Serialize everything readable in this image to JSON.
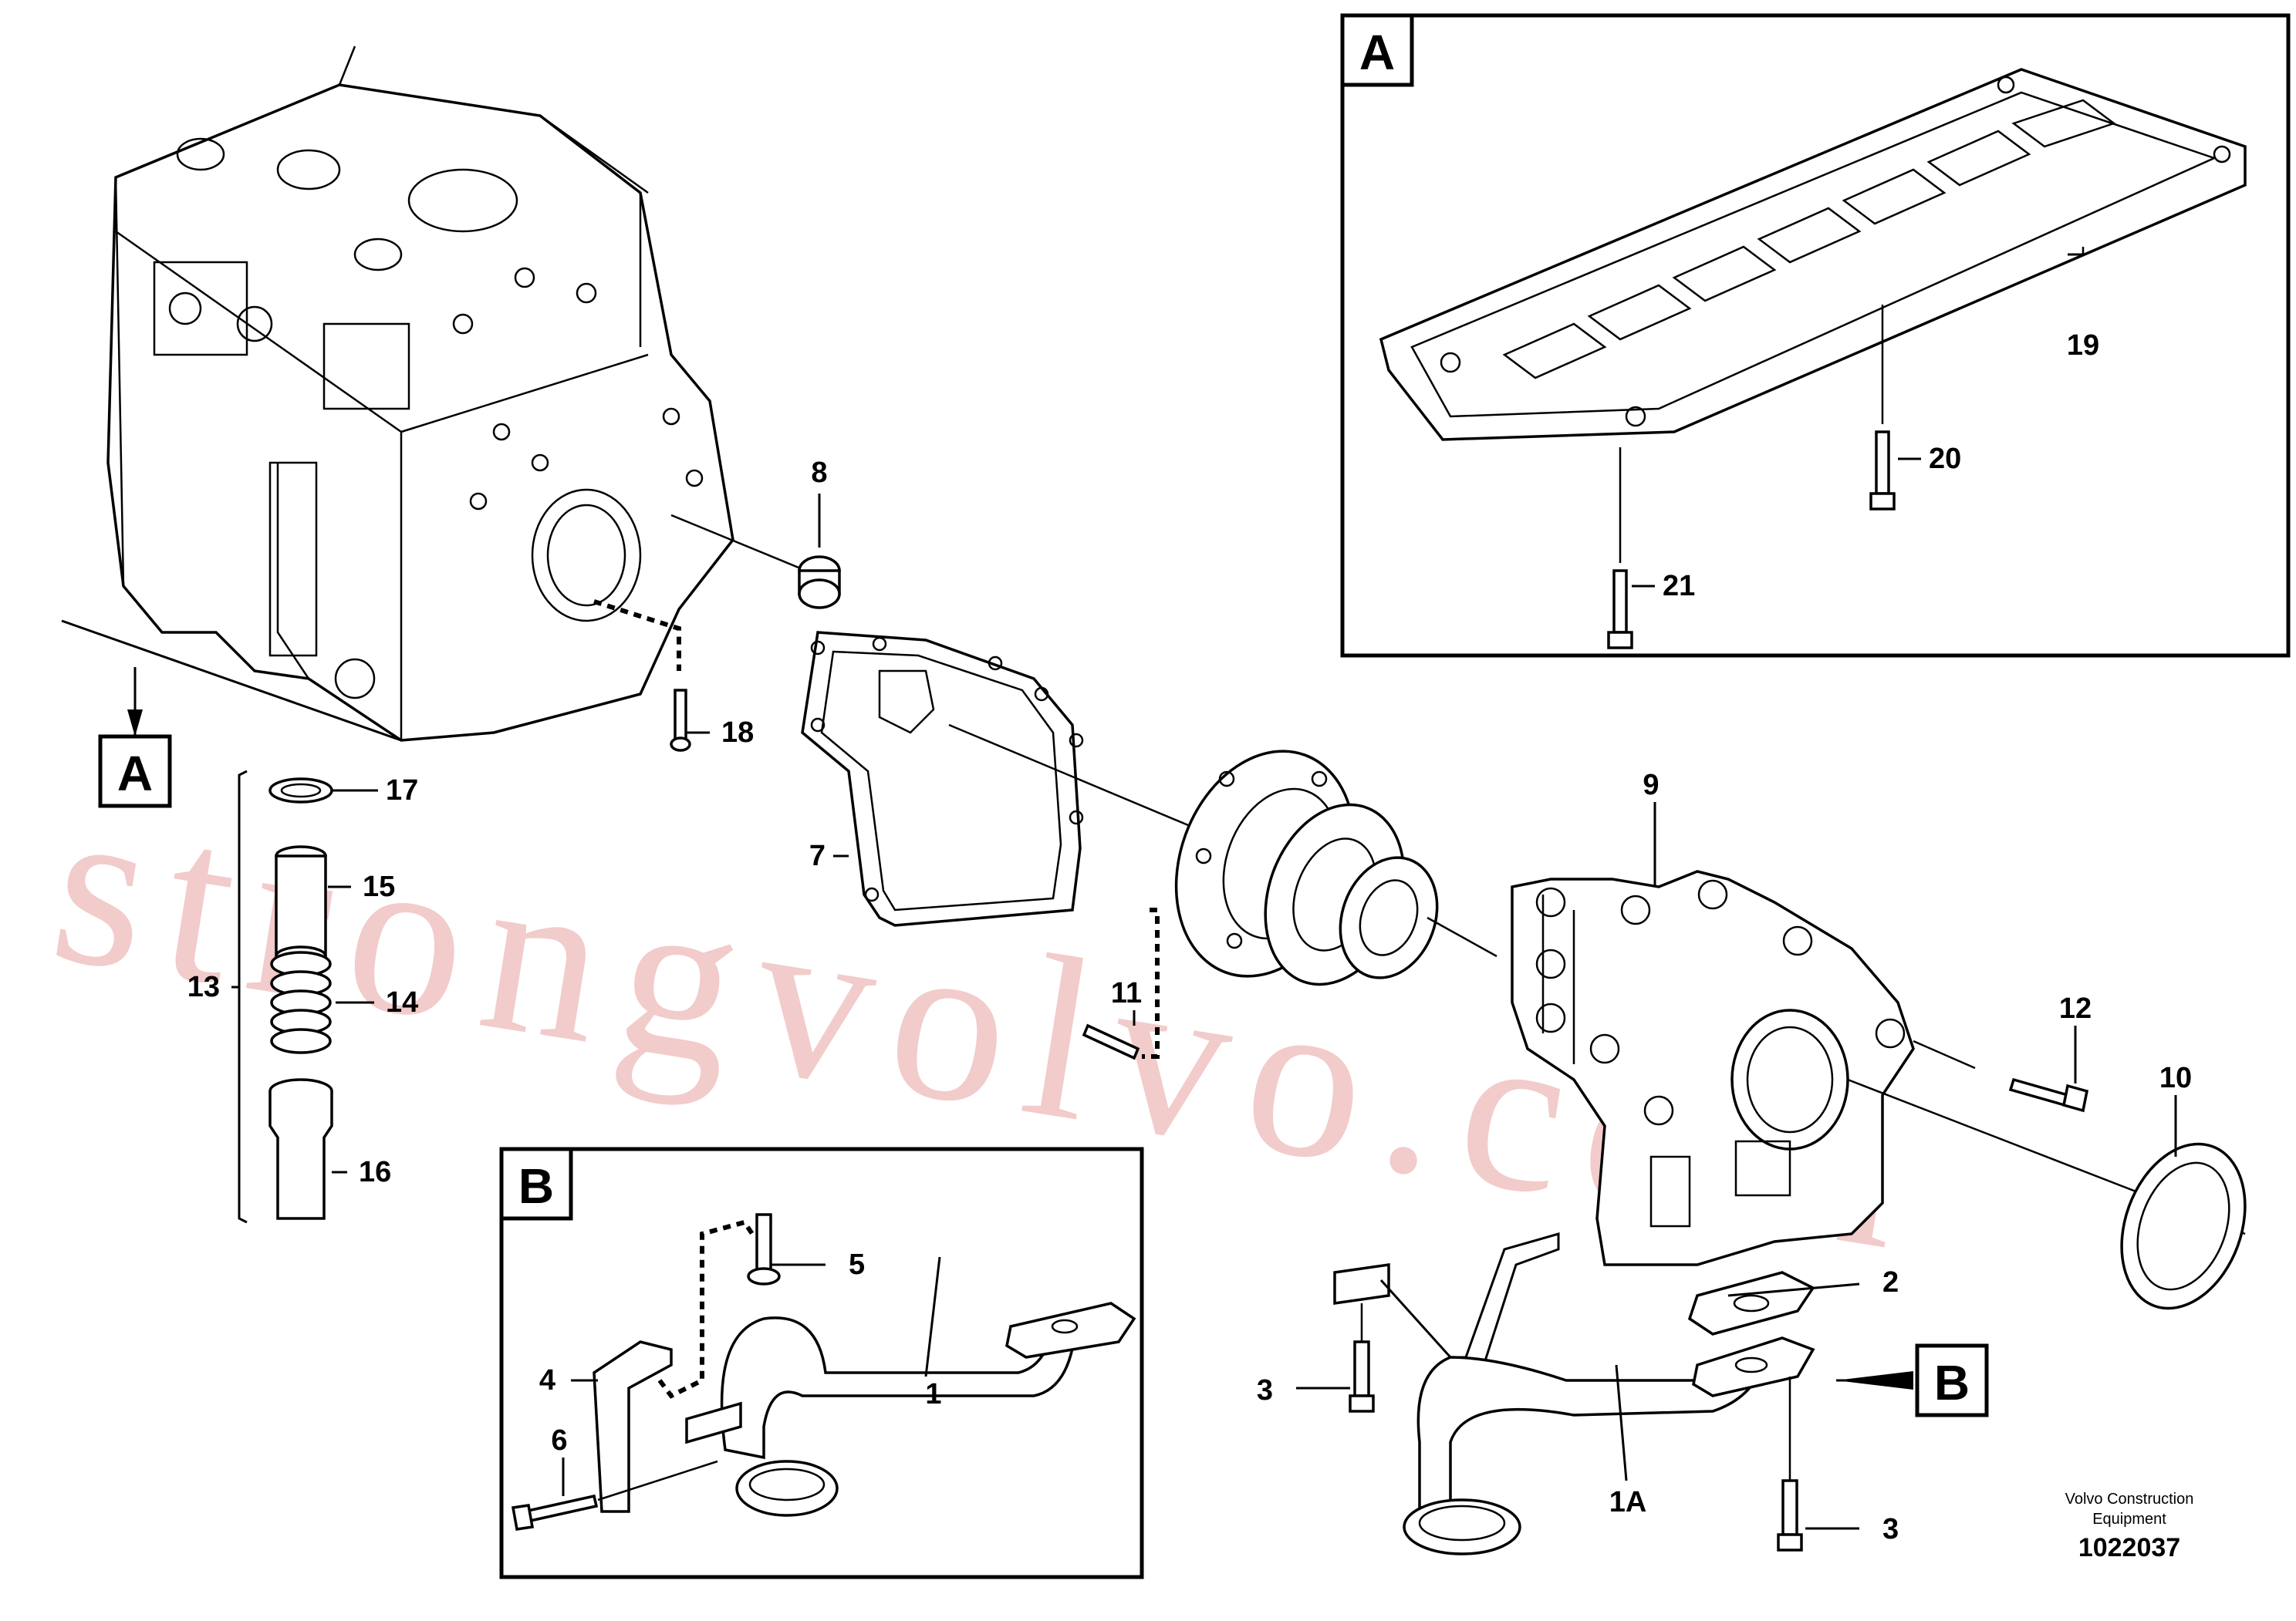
{
  "callouts": {
    "c1": "1",
    "c1a": "1A",
    "c2": "2",
    "c3a": "3",
    "c3b": "3",
    "c4": "4",
    "c5": "5",
    "c6": "6",
    "c7": "7",
    "c8": "8",
    "c9": "9",
    "c10": "10",
    "c11": "11",
    "c12": "12",
    "c13": "13",
    "c14": "14",
    "c15": "15",
    "c16": "16",
    "c17": "17",
    "c18": "18",
    "c19": "19",
    "c20": "20",
    "c21": "21"
  },
  "insets": {
    "a_letter": "A",
    "b_letter": "B",
    "a_marker": "A",
    "b_marker": "B"
  },
  "footer": {
    "credit_line1": "Volvo Construction",
    "credit_line2": "Equipment",
    "doc_number": "1022037"
  },
  "watermark": "strongvolvo.com"
}
